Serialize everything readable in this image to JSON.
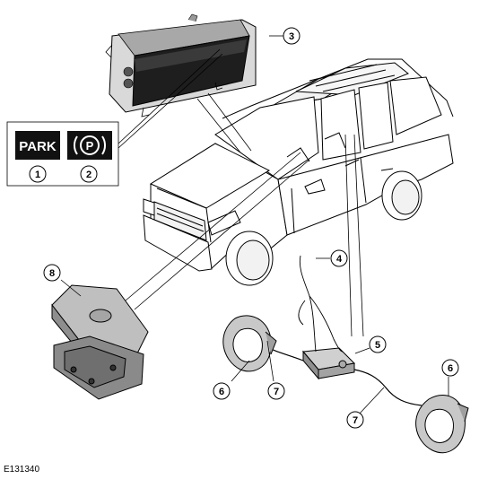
{
  "callouts": [
    {
      "num": "1"
    },
    {
      "num": "2"
    },
    {
      "num": "3"
    },
    {
      "num": "4"
    },
    {
      "num": "5"
    },
    {
      "num": "6"
    },
    {
      "num": "6"
    },
    {
      "num": "7"
    },
    {
      "num": "7"
    },
    {
      "num": "8"
    }
  ],
  "warning_icons": {
    "park_text": "PARK",
    "p_symbol": "P"
  },
  "reference_code": "E131340",
  "colors": {
    "line": "#000000",
    "part_gray": "#bdbdbd",
    "dark_gray": "#7a7a7a",
    "panel_black": "#111111"
  }
}
